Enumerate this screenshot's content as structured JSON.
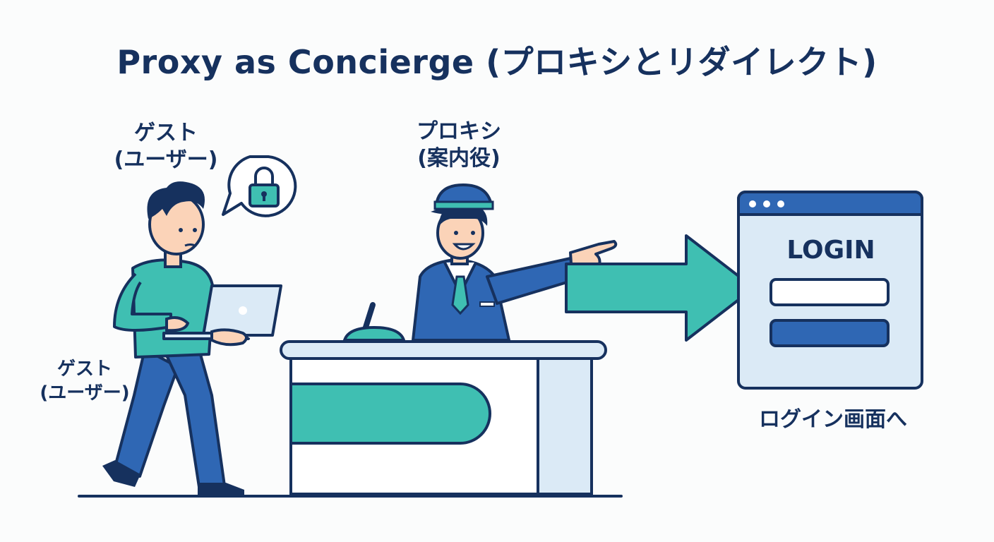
{
  "title": "Proxy as Concierge (プロキシとリダイレクト)",
  "guest_label_top": {
    "line1": "ゲスト",
    "line2": "(ユーザー)"
  },
  "guest_label_bottom": {
    "line1": "ゲスト",
    "line2": "(ユーザー)"
  },
  "proxy_label": {
    "line1": "プロキシ",
    "line2": "(案内役)"
  },
  "login_window": {
    "heading": "LOGIN"
  },
  "login_caption": "ログイン画面へ",
  "colors": {
    "navy": "#16315e",
    "blue": "#2f67b4",
    "teal": "#3fbfb2",
    "light_blue": "#dbeaf6"
  },
  "icons": [
    "lock-icon",
    "speech-bubble-icon",
    "laptop-icon",
    "desk-bell-icon",
    "arrow-right-icon"
  ]
}
